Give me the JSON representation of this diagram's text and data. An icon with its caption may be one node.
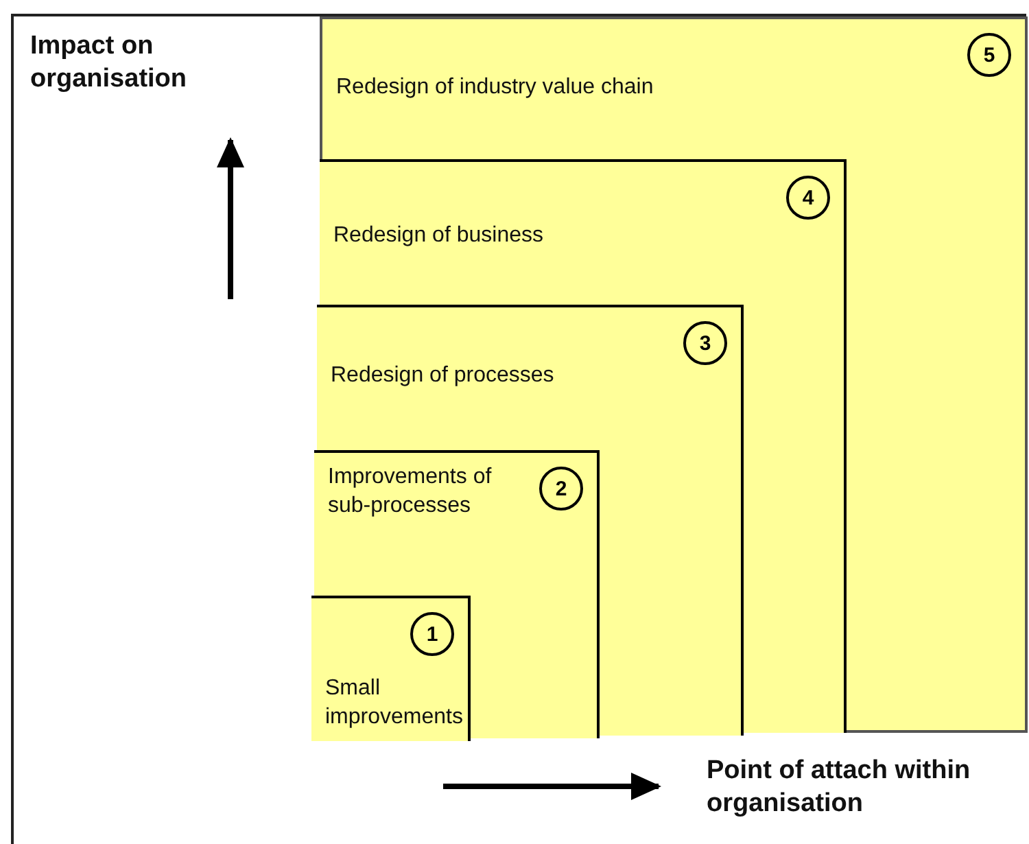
{
  "diagram": {
    "nodes": [
      {
        "text": [
          "Redesign of industry value chain"
        ]
      },
      {
        "text": [
          "5"
        ],
        "in": 0
      },
      {
        "text": [
          "Redesign of business"
        ],
        "in": 0
      },
      {
        "text": [
          "4"
        ],
        "in": 2
      },
      {
        "text": [
          "Redesign of processes"
        ],
        "in": 2
      },
      {
        "text": [
          "3"
        ],
        "in": 4
      },
      {
        "text": [
          "Improvements of sub-processes"
        ],
        "in": 4
      },
      {
        "text": [
          "2"
        ],
        "in": 6
      },
      {
        "text": [
          "Small improvements"
        ],
        "in": 6
      },
      {
        "text": [
          "1"
        ],
        "in": 8
      }
    ],
    "labels": [
      "Impact on organisation",
      "Point of attach within organisation"
    ]
  }
}
